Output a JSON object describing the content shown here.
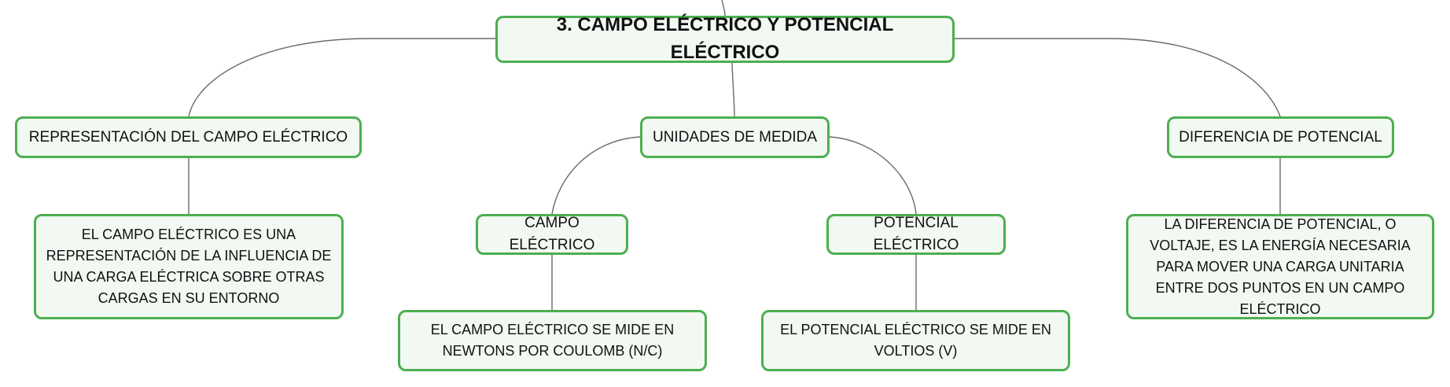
{
  "map": {
    "root": "3. CAMPO ELÉCTRICO Y POTENCIAL ELÉCTRICO",
    "representacion": {
      "title": "REPRESENTACIÓN DEL CAMPO ELÉCTRICO",
      "desc": "EL CAMPO ELÉCTRICO ES UNA REPRESENTACIÓN DE LA INFLUENCIA DE UNA CARGA ELÉCTRICA SOBRE OTRAS CARGAS EN SU ENTORNO"
    },
    "unidades": {
      "title": "UNIDADES DE MEDIDA",
      "campo": {
        "title": "CAMPO ELÉCTRICO",
        "desc": "EL CAMPO ELÉCTRICO SE MIDE EN NEWTONS POR COULOMB (N/C)"
      },
      "potencial": {
        "title": "POTENCIAL ELÉCTRICO",
        "desc": "EL POTENCIAL ELÉCTRICO SE MIDE EN VOLTIOS (V)"
      }
    },
    "diferencia": {
      "title": "DIFERENCIA DE POTENCIAL",
      "desc": "LA DIFERENCIA DE POTENCIAL, O VOLTAJE, ES LA ENERGÍA NECESARIA PARA MOVER UNA CARGA UNITARIA ENTRE DOS PUNTOS EN UN CAMPO ELÉCTRICO"
    }
  },
  "colors": {
    "node_border": "#4caf50",
    "node_fill": "#f2f8f2",
    "connector": "#6a6a6a"
  }
}
